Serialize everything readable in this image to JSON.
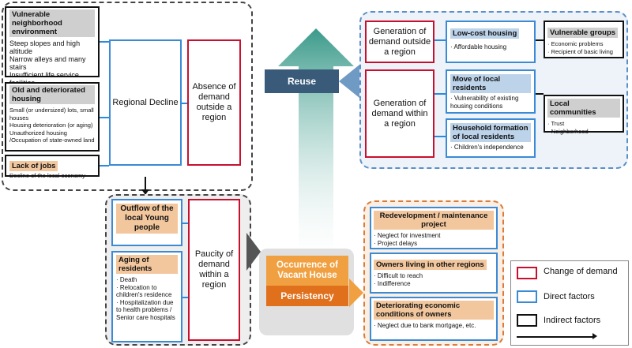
{
  "vulnerable_neighborhood": {
    "title": "Vulnerable neighborhood environment",
    "items": [
      "Steep slopes and high altitude",
      "Narrow alleys and many stairs",
      "Insufficient life service facilities"
    ]
  },
  "old_housing": {
    "title": "Old and deteriorated housing",
    "items": [
      "Small (or undersized) lots, small houses",
      "Housing deterioration (or aging)",
      "Unauthorized housing /Occupation of state-owned land"
    ]
  },
  "lack_of_jobs": {
    "title": "Lack of jobs",
    "items": [
      "Decline of the local economy"
    ]
  },
  "regional_decline": "Regional Decline",
  "absence_of_demand": "Absence of demand outside a region",
  "outflow": "Outflow of the local Young people",
  "aging": {
    "title": "Aging of residents",
    "items": [
      "Death",
      "Relocation to children's residence",
      "Hospitalization due to health problems / Senior care hospitals"
    ]
  },
  "paucity": "Paucity of demand within a region",
  "reuse": "Reuse",
  "occurrence": "Occurrence of Vacant House",
  "persistency": "Persistency",
  "gen_outside": "Generation of demand outside a region",
  "gen_within": "Generation of demand within a region",
  "low_cost": {
    "title": "Low-cost housing",
    "items": [
      "Affordable housing"
    ]
  },
  "move_local": {
    "title": "Move of local residents",
    "items": [
      "Vulnerability of existing housing conditions"
    ]
  },
  "household": {
    "title": "Household formation of local residents",
    "items": [
      "Children's independence"
    ]
  },
  "vulnerable_groups": {
    "title": "Vulnerable groups",
    "items": [
      "Economic problems",
      "Recipient of basic living"
    ]
  },
  "local_communities": {
    "title": "Local communities",
    "items": [
      "Trust",
      "Neighborhood"
    ]
  },
  "redevelopment": {
    "title": "Redevelopment / maintenance project",
    "items": [
      "Neglect for investment",
      "Project delays"
    ]
  },
  "owners_living": {
    "title": "Owners living in other regions",
    "items": [
      "Difficult to reach",
      "Indifference"
    ]
  },
  "deteriorating": {
    "title": "Deteriorating economic conditions of owners",
    "items": [
      "Neglect due to bank mortgage, etc."
    ]
  },
  "legend": {
    "change": "Change of demand",
    "direct": "Direct factors",
    "indirect": "Indirect factors"
  },
  "colors": {
    "red": "#c8102e",
    "blue": "#3a8ad6",
    "orange": "#f08a24",
    "navy": "#3a5a7a",
    "teal": "#3a9a8a"
  }
}
